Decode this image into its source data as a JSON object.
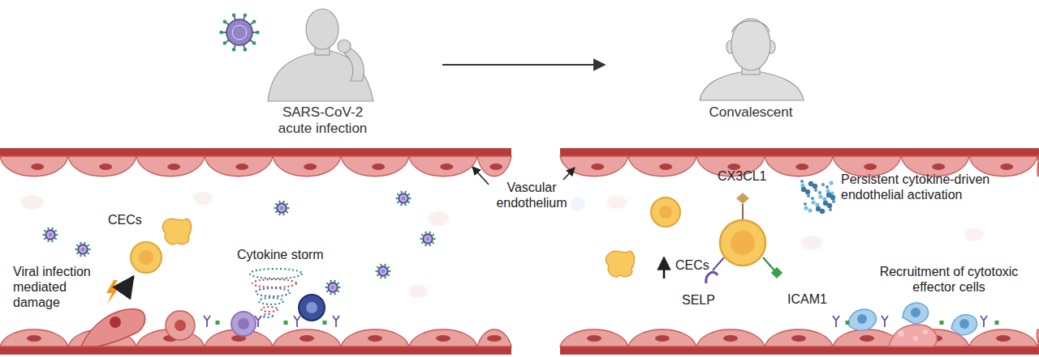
{
  "diagram": {
    "nodes": [
      {
        "text": [
          "SARS-CoV-2 acute infection"
        ]
      },
      {
        "text": [
          "Convalescent"
        ]
      }
    ],
    "edges": [
      {
        "from": 0,
        "to": 1,
        "arrow": "to"
      }
    ],
    "labels": [
      "Vascular endothelium",
      "CECs",
      "Cytokine storm",
      "Viral infection mediated damage",
      "CECs",
      "CX3CL1",
      "SELP",
      "ICAM1",
      "Persistent cytokine-driven endothelial activation",
      "Recruitment of cytotoxic effector cells"
    ]
  }
}
